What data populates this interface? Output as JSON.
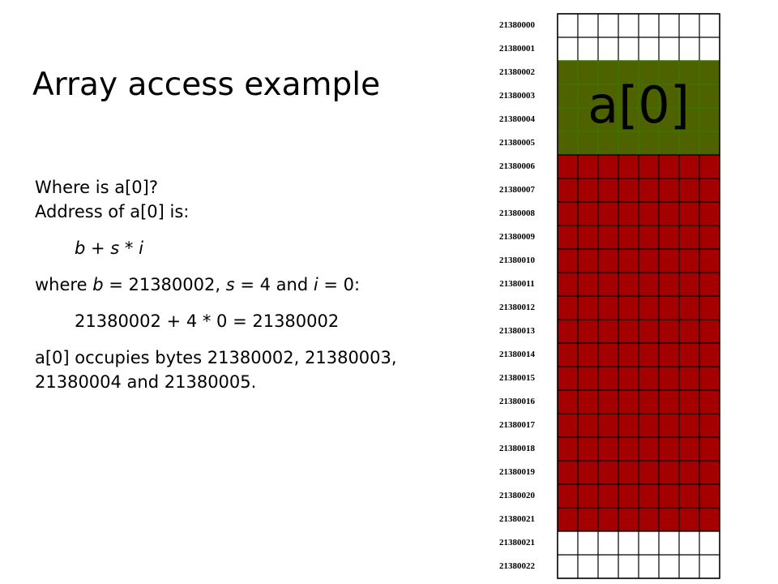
{
  "slide": {
    "title": "Array access example",
    "body": {
      "line1": "Where is a[0]?",
      "line2": "Address of a[0] is:",
      "formula": {
        "b": "b",
        "plus": " + ",
        "s": "s",
        "times": " * ",
        "i": "i"
      },
      "line4": {
        "where": "where ",
        "b": "b",
        "eq1": " = 21380002, ",
        "s": "s",
        "eq2": " = 4 and ",
        "i": "i",
        "eq3": " = 0:"
      },
      "calc": "21380002 + 4 * 0 = 21380002",
      "occupies1": "a[0] occupies bytes 21380002, 21380003,",
      "occupies2": "21380004 and 21380005."
    }
  },
  "memory": {
    "addresses": [
      "21380000",
      "21380001",
      "21380002",
      "21380003",
      "21380004",
      "21380005",
      "21380006",
      "21380007",
      "21380008",
      "21380009",
      "21380010",
      "21380011",
      "21380012",
      "21380013",
      "21380014",
      "21380015",
      "21380016",
      "21380017",
      "21380018",
      "21380019",
      "21380020",
      "21380021",
      "21380021",
      "21380022"
    ],
    "bits_per_row": 8,
    "highlight_label": "a[0]",
    "regions": [
      {
        "name": "unused",
        "rows": 2,
        "color": "#ffffff"
      },
      {
        "name": "a0",
        "rows": 4,
        "color": "#4f6200"
      },
      {
        "name": "array-rest",
        "rows": 16,
        "color": "#a50000"
      },
      {
        "name": "unused",
        "rows": 2,
        "color": "#ffffff"
      }
    ],
    "colors": {
      "grid_on_white": "#000000",
      "grid_on_green": "#3a7a00",
      "grid_on_red": "#000000"
    }
  }
}
